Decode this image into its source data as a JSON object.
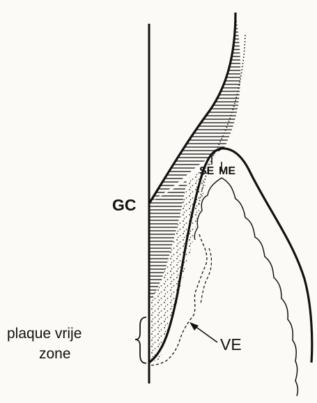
{
  "labels": {
    "gc": "GC",
    "se": "SE",
    "me": "ME",
    "ve": "VE",
    "plaque_line1": "plaque vrije",
    "plaque_line2": "zone"
  },
  "colors": {
    "ink": "#111111",
    "paper": "#fbfaf6"
  }
}
